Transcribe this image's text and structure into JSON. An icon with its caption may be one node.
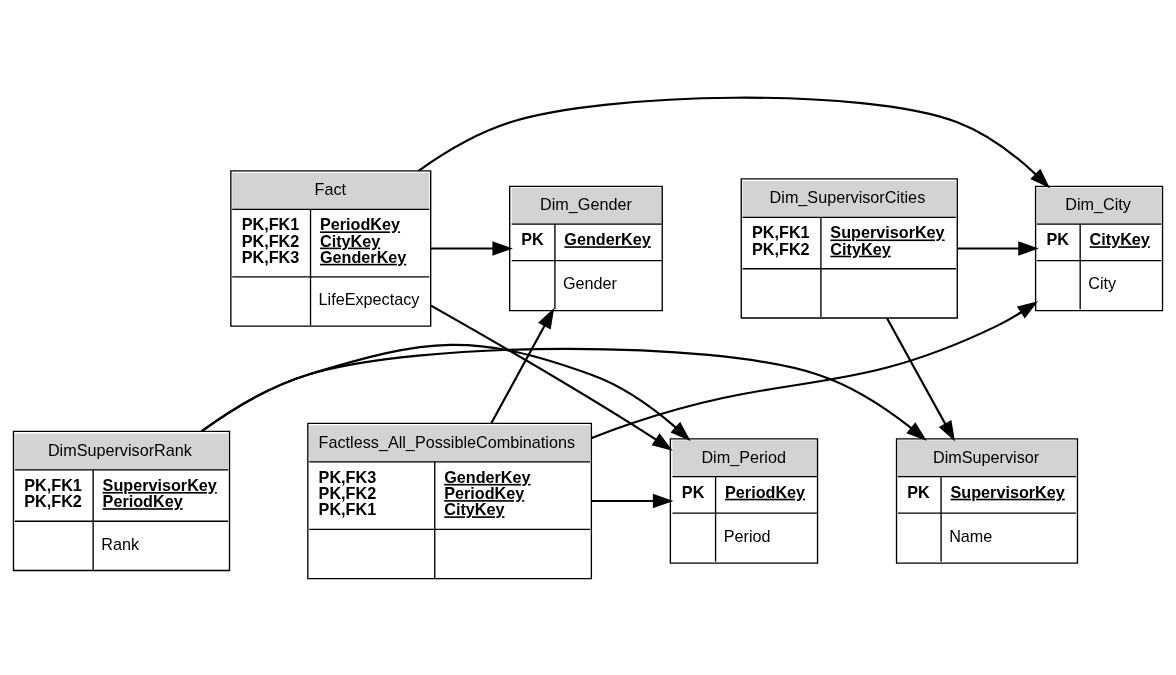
{
  "diagram": {
    "nodes": [
      {
        "text": [
          "Dim_Gender",
          "PK",
          "GenderKey",
          "Gender"
        ]
      },
      {
        "text": [
          "Fact",
          "PK,FK1",
          "PeriodKey",
          "PK,FK2",
          "CityKey",
          "PK,FK3",
          "GenderKey",
          "LifeExpectacy"
        ]
      },
      {
        "text": [
          "Dim_City",
          "PK",
          "CityKey",
          "City"
        ]
      },
      {
        "text": [
          "Dim_SupervisorCities",
          "PK,FK1",
          "SupervisorKey",
          "PK,FK2",
          "CityKey"
        ]
      },
      {
        "text": [
          "Factless_All_PossibleCombinations",
          "PK,FK3",
          "GenderKey",
          "PK,FK2",
          "PeriodKey",
          "PK,FK1",
          "CityKey"
        ]
      },
      {
        "text": [
          "Dim_Period",
          "PK",
          "PeriodKey",
          "Period"
        ]
      },
      {
        "text": [
          "DimSupervisorRank",
          "PK,FK1",
          "SupervisorKey",
          "PK,FK2",
          "PeriodKey",
          "Rank"
        ]
      },
      {
        "text": [
          "DimSupervisor",
          "PK",
          "SupervisorKey",
          "Name"
        ]
      }
    ],
    "edges": [
      {
        "from": 1,
        "to": 0,
        "arrow": "to"
      },
      {
        "from": 1,
        "to": 2,
        "arrow": "to"
      },
      {
        "from": 3,
        "to": 2,
        "arrow": "to"
      },
      {
        "from": 1,
        "to": 5,
        "arrow": "to"
      },
      {
        "from": 4,
        "to": 0,
        "arrow": "to"
      },
      {
        "from": 4,
        "to": 2,
        "arrow": "to"
      },
      {
        "from": 3,
        "to": 7,
        "arrow": "to"
      },
      {
        "from": 4,
        "to": 5,
        "arrow": "to"
      },
      {
        "from": 6,
        "to": 5,
        "arrow": "to"
      },
      {
        "from": 6,
        "to": 7,
        "arrow": "to"
      }
    ]
  }
}
